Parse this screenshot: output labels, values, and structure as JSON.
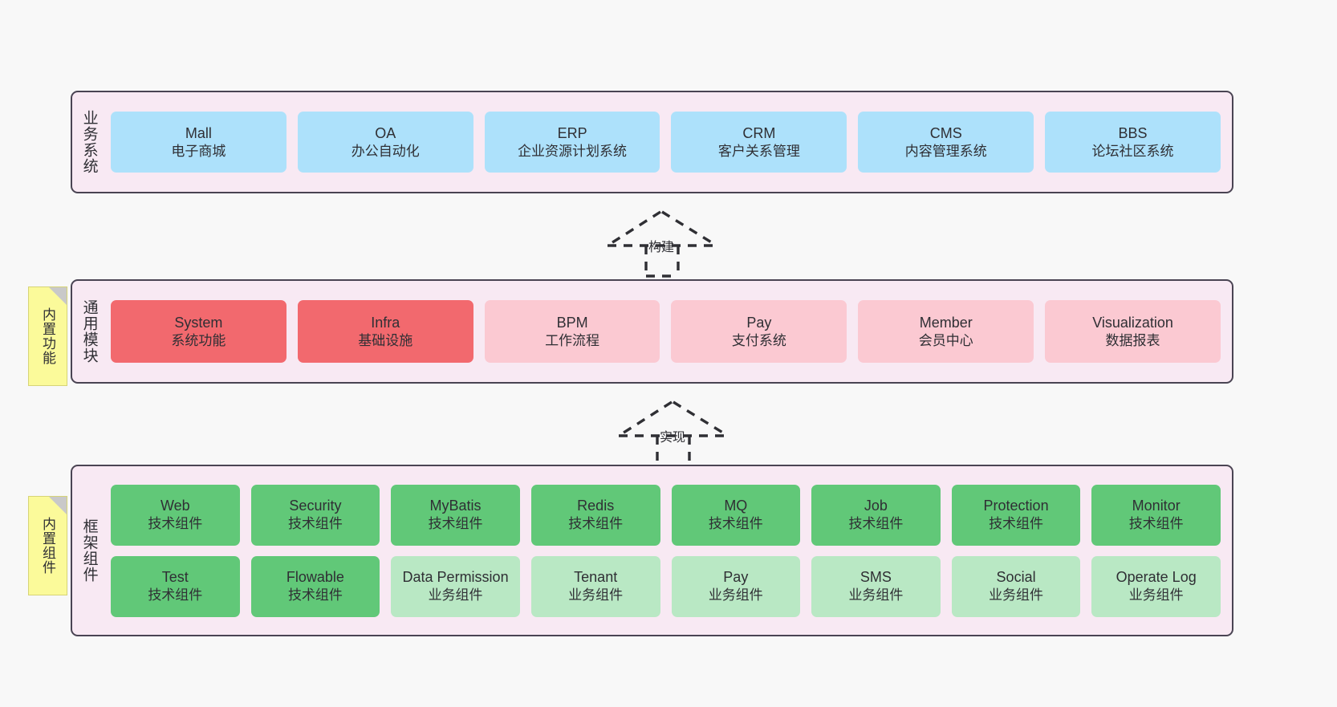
{
  "diagram": {
    "background_color": "#f8f8f8",
    "panel_color": "#f8e9f3",
    "panel_border_color": "#4a4453",
    "note_color": "#fbfa9a"
  },
  "layers": [
    {
      "id": "business-system",
      "title": "业务系统",
      "note": null,
      "rows": [
        {
          "cards": [
            {
              "name": "Mall",
              "sub": "电子商城",
              "color": "#ade1fb",
              "style": "blue"
            },
            {
              "name": "OA",
              "sub": "办公自动化",
              "color": "#ade1fb",
              "style": "blue"
            },
            {
              "name": "ERP",
              "sub": "企业资源计划系统",
              "color": "#ade1fb",
              "style": "blue"
            },
            {
              "name": "CRM",
              "sub": "客户关系管理",
              "color": "#ade1fb",
              "style": "blue"
            },
            {
              "name": "CMS",
              "sub": "内容管理系统",
              "color": "#ade1fb",
              "style": "blue"
            },
            {
              "name": "BBS",
              "sub": "论坛社区系统",
              "color": "#ade1fb",
              "style": "blue"
            }
          ]
        }
      ]
    },
    {
      "id": "common-module",
      "title": "通用模块",
      "note": "内置功能",
      "rows": [
        {
          "cards": [
            {
              "name": "System",
              "sub": "系统功能",
              "color": "#f2696e",
              "style": "red"
            },
            {
              "name": "Infra",
              "sub": "基础设施",
              "color": "#f2696e",
              "style": "red"
            },
            {
              "name": "BPM",
              "sub": "工作流程",
              "color": "#fbc9d2",
              "style": "pink"
            },
            {
              "name": "Pay",
              "sub": "支付系统",
              "color": "#fbc9d2",
              "style": "pink"
            },
            {
              "name": "Member",
              "sub": "会员中心",
              "color": "#fbc9d2",
              "style": "pink"
            },
            {
              "name": "Visualization",
              "sub": "数据报表",
              "color": "#fbc9d2",
              "style": "pink"
            }
          ]
        }
      ]
    },
    {
      "id": "framework-component",
      "title": "框架组件",
      "note": "内置组件",
      "rows": [
        {
          "cards": [
            {
              "name": "Web",
              "sub": "技术组件",
              "color": "#61c878",
              "style": "green"
            },
            {
              "name": "Security",
              "sub": "技术组件",
              "color": "#61c878",
              "style": "green"
            },
            {
              "name": "MyBatis",
              "sub": "技术组件",
              "color": "#61c878",
              "style": "green"
            },
            {
              "name": "Redis",
              "sub": "技术组件",
              "color": "#61c878",
              "style": "green"
            },
            {
              "name": "MQ",
              "sub": "技术组件",
              "color": "#61c878",
              "style": "green"
            },
            {
              "name": "Job",
              "sub": "技术组件",
              "color": "#61c878",
              "style": "green"
            },
            {
              "name": "Protection",
              "sub": "技术组件",
              "color": "#61c878",
              "style": "green"
            },
            {
              "name": "Monitor",
              "sub": "技术组件",
              "color": "#61c878",
              "style": "green"
            }
          ]
        },
        {
          "cards": [
            {
              "name": "Test",
              "sub": "技术组件",
              "color": "#61c878",
              "style": "green"
            },
            {
              "name": "Flowable",
              "sub": "技术组件",
              "color": "#61c878",
              "style": "green"
            },
            {
              "name": "Data Permission",
              "sub": "业务组件",
              "color": "#b9e8c4",
              "style": "lgreen"
            },
            {
              "name": "Tenant",
              "sub": "业务组件",
              "color": "#b9e8c4",
              "style": "lgreen"
            },
            {
              "name": "Pay",
              "sub": "业务组件",
              "color": "#b9e8c4",
              "style": "lgreen"
            },
            {
              "name": "SMS",
              "sub": "业务组件",
              "color": "#b9e8c4",
              "style": "lgreen"
            },
            {
              "name": "Social",
              "sub": "业务组件",
              "color": "#b9e8c4",
              "style": "lgreen"
            },
            {
              "name": "Operate Log",
              "sub": "业务组件",
              "color": "#b9e8c4",
              "style": "lgreen"
            }
          ]
        }
      ]
    }
  ],
  "connectors": [
    {
      "id": "build",
      "label": "构建",
      "from": "common-module",
      "to": "business-system"
    },
    {
      "id": "implement",
      "label": "实现",
      "from": "framework-component",
      "to": "common-module"
    }
  ]
}
